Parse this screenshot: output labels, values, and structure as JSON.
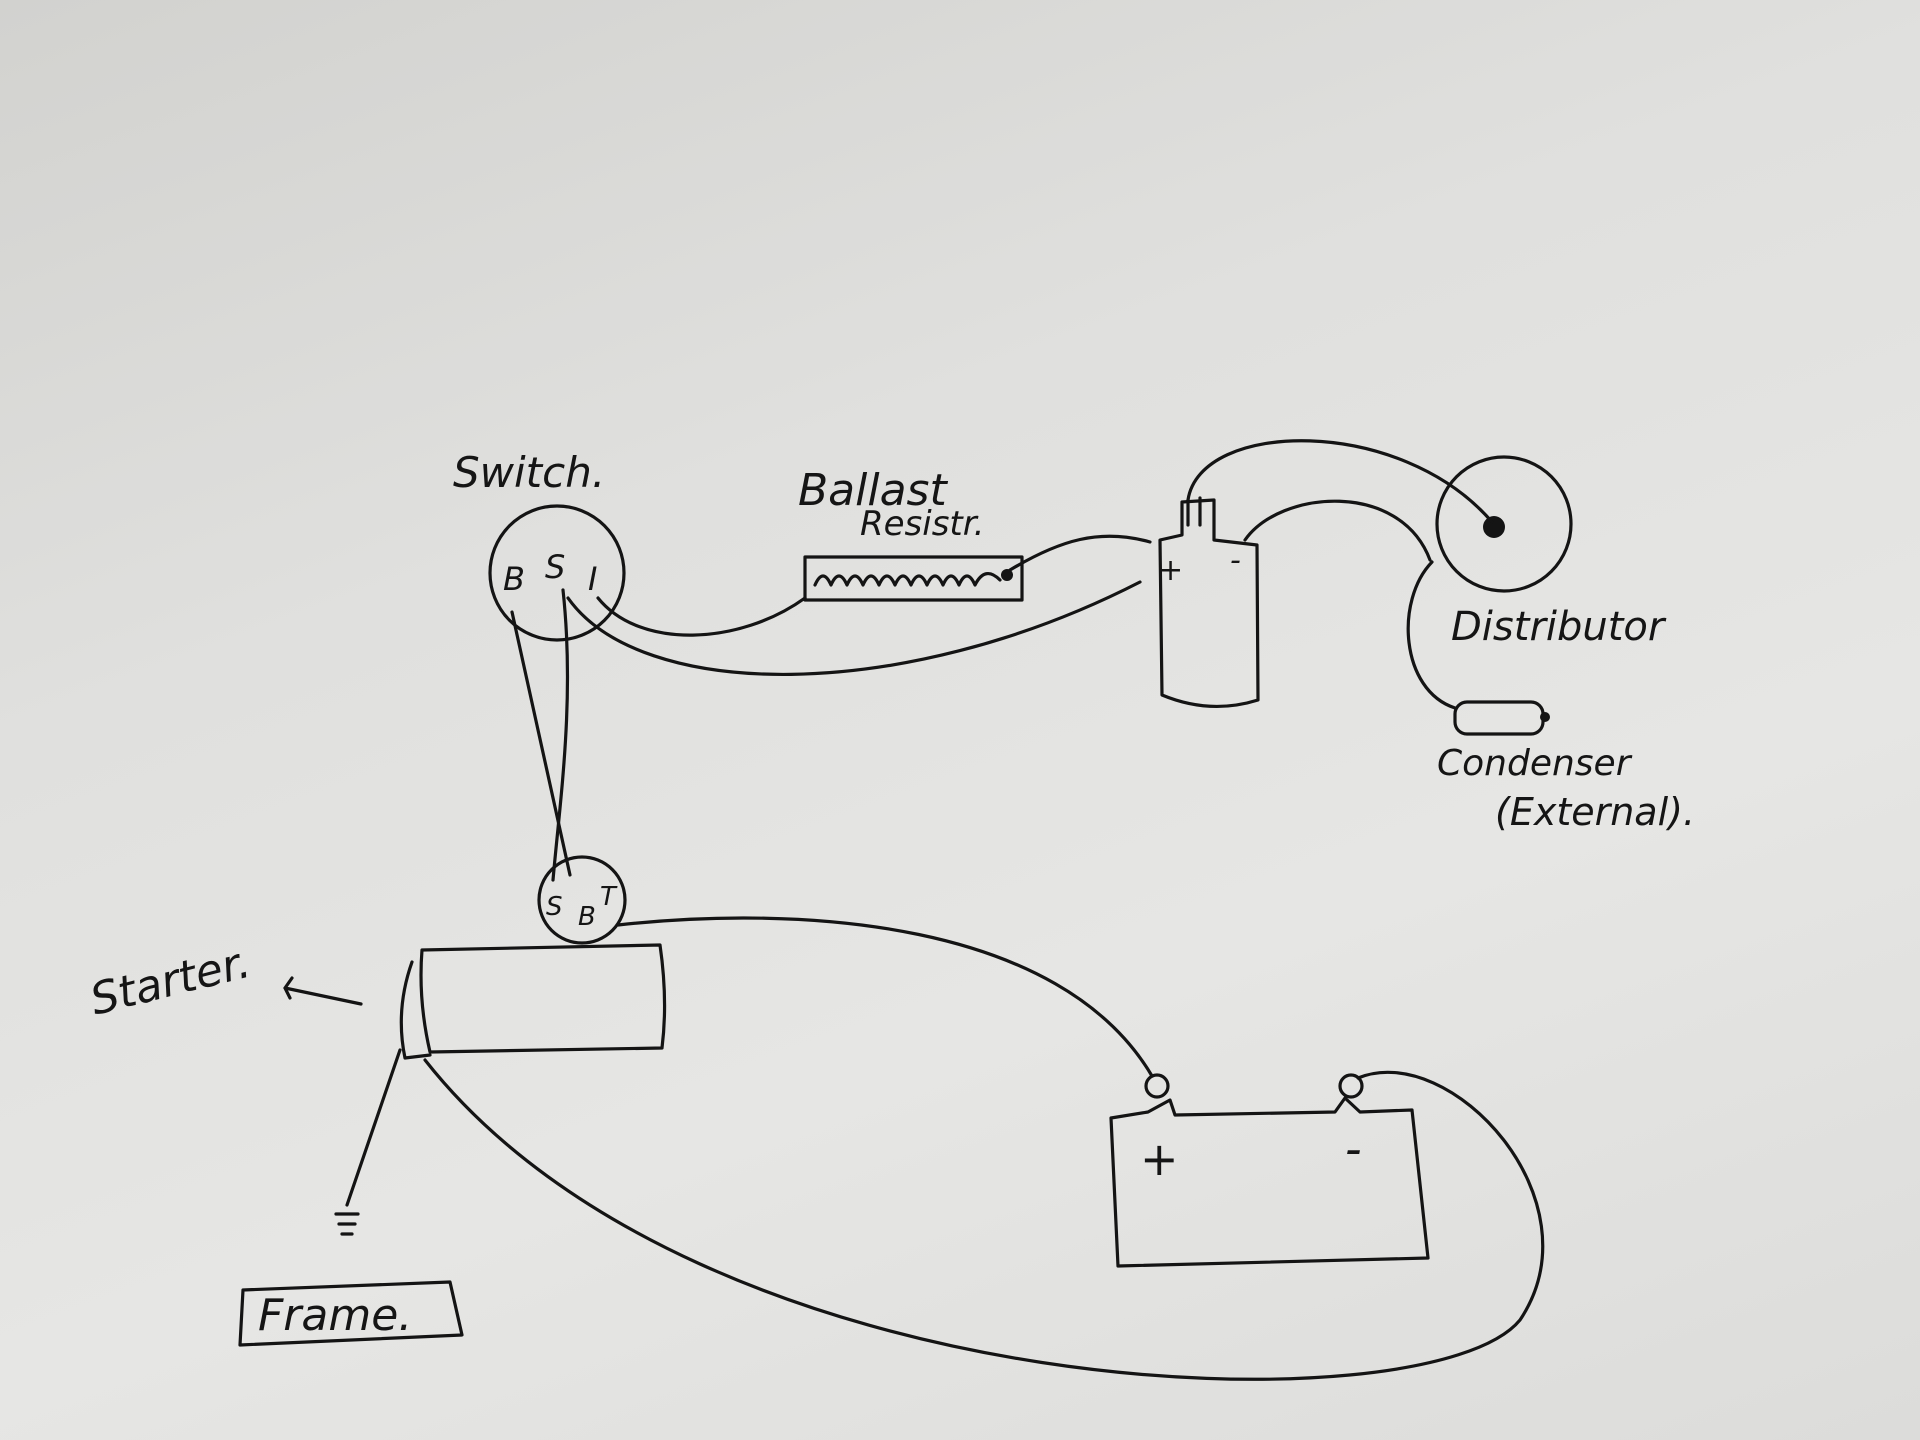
{
  "labels": {
    "switch": "Switch.",
    "ballast_line1": "Ballast",
    "ballast_line2": "Resistr.",
    "distributor": "Distributor",
    "condenser_line1": "Condenser",
    "condenser_line2": "(External).",
    "starter": "Starter.",
    "frame": "Frame."
  },
  "switch_terminals": [
    "B",
    "S",
    "I"
  ],
  "solenoid_terminals": [
    "S",
    "B",
    "T"
  ],
  "coil_terminals": [
    "+",
    "-"
  ],
  "battery_terminals": [
    "+",
    "-"
  ],
  "colors": {
    "ink": "#141414",
    "paper": "#e2e2e0"
  }
}
